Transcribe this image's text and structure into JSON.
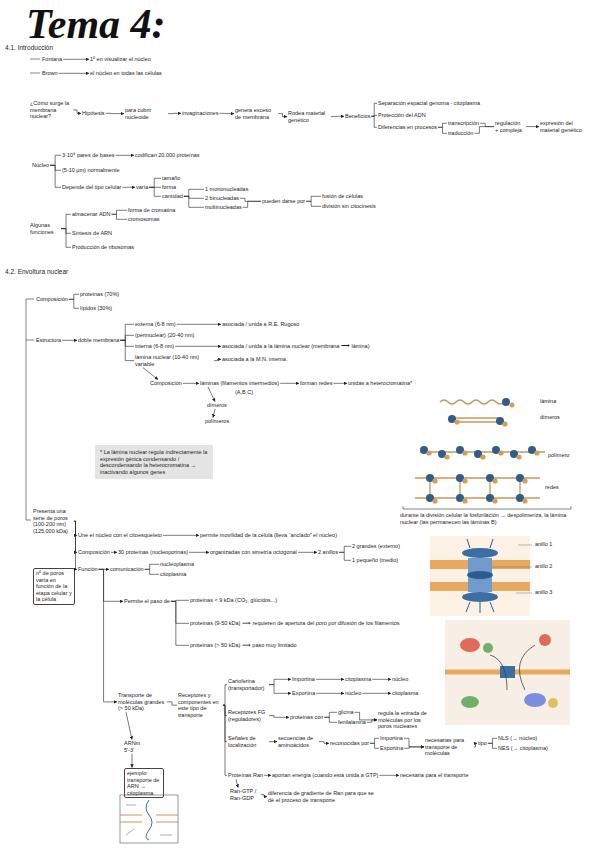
{
  "diagram": {
    "title": "Tema 4:",
    "nodes": [
      {
        "text": [
          "Fontana"
        ]
      },
      {
        "text": [
          "1º en visualizar el núcleo"
        ]
      },
      {
        "text": [
          "Brown"
        ]
      },
      {
        "text": [
          "el núcleo en todas las células"
        ]
      },
      {
        "text": [
          "¿Cómo surge la membrana nuclear?"
        ]
      },
      {
        "text": [
          "Hipótesis"
        ]
      },
      {
        "text": [
          "para cubrir nucleoide"
        ]
      },
      {
        "text": [
          "invaginaciones"
        ]
      },
      {
        "text": [
          "genera exceso de membrana"
        ]
      },
      {
        "text": [
          "Rodea material genético"
        ]
      },
      {
        "text": [
          "Beneficios"
        ]
      },
      {
        "text": [
          "Separación espacial genoma - citoplasma"
        ]
      },
      {
        "text": [
          "Protección del ADN"
        ]
      },
      {
        "text": [
          "Diferencias en procesos"
        ]
      },
      {
        "text": [
          "transcripción"
        ]
      },
      {
        "text": [
          "traducción"
        ]
      },
      {
        "text": [
          "regulación + compleja"
        ]
      },
      {
        "text": [
          "expresión del material genético"
        ]
      },
      {
        "text": [
          "Núcleo"
        ]
      },
      {
        "text": [
          "3·10⁹ pares de bases"
        ]
      },
      {
        "text": [
          "codifican 20.000 proteínas"
        ]
      },
      {
        "text": [
          "(5-10 µm) normalmente"
        ]
      },
      {
        "text": [
          "Depende del tipo celular"
        ]
      },
      {
        "text": [
          "varía"
        ]
      },
      {
        "text": [
          "tamaño"
        ]
      },
      {
        "text": [
          "forma"
        ]
      },
      {
        "text": [
          "cantidad"
        ]
      },
      {
        "text": [
          "1 mononucleadas"
        ]
      },
      {
        "text": [
          "2 binucleadas"
        ]
      },
      {
        "text": [
          "multinucleadas"
        ]
      },
      {
        "text": [
          "pueden darse por"
        ]
      },
      {
        "text": [
          "fusión de células"
        ]
      },
      {
        "text": [
          "división sin citocinesis"
        ]
      },
      {
        "text": [
          "Algunas funciones"
        ]
      },
      {
        "text": [
          "almacenar ADN"
        ]
      },
      {
        "text": [
          "forma de cromatina"
        ]
      },
      {
        "text": [
          "cromosomas"
        ]
      },
      {
        "text": [
          "Síntesis de ARN"
        ]
      },
      {
        "text": [
          "Producción de ribosomas"
        ]
      },
      {
        "text": [
          "Composición"
        ]
      },
      {
        "text": [
          "proteínas (70%)"
        ]
      },
      {
        "text": [
          "lípidos (30%)"
        ]
      },
      {
        "text": [
          "Estructura"
        ]
      },
      {
        "text": [
          "doble membrana"
        ]
      },
      {
        "text": [
          "externa (6-8 nm)"
        ]
      },
      {
        "text": [
          "asociada / unida a R.E. Rugoso"
        ]
      },
      {
        "text": [
          "(perinuclear) (20-40 nm)"
        ]
      },
      {
        "text": [
          "interna (6-8 nm)"
        ]
      },
      {
        "text": [
          "asociada / unida a la lámina nuclear (membrana ⟶ lámina)"
        ]
      },
      {
        "text": [
          "lámina nuclear (10-40 nm) variable"
        ]
      },
      {
        "text": [
          "asociada a la M.N. interna."
        ]
      },
      {
        "text": [
          "Composición"
        ]
      },
      {
        "text": [
          "láminas (filamentos intermedios)"
        ]
      },
      {
        "text": [
          "forman redes"
        ]
      },
      {
        "text": [
          "unidas a heterocromatina*"
        ]
      },
      {
        "text": [
          "dímeros"
        ]
      },
      {
        "text": [
          "polímeros"
        ]
      },
      {
        "text": [
          "* La lámina nuclear regula indirectamente la expresión génica condensando / descondensando la heterocromatina → inactivando algunos genes"
        ]
      },
      {
        "text": [
          "Presenta una serie de poros (100-200 nm) (125.000 kDa)"
        ]
      },
      {
        "text": [
          "nº de poros varía en función de la etapa celular y la célula"
        ]
      },
      {
        "text": [
          "Une el núcleo con el citoesqueleto"
        ]
      },
      {
        "text": [
          "permite movilidad de la célula (lleva “anclado” el núcleo)"
        ]
      },
      {
        "text": [
          "Composición"
        ]
      },
      {
        "text": [
          "30 proteínas (nucleoporinas)"
        ]
      },
      {
        "text": [
          "organizadas con simetría octogonal"
        ]
      },
      {
        "text": [
          "2 anillos"
        ]
      },
      {
        "text": [
          "2 grandes (externo)"
        ]
      },
      {
        "text": [
          "1 pequeño (medio)"
        ]
      },
      {
        "text": [
          "Función"
        ]
      },
      {
        "text": [
          "comunicación"
        ]
      },
      {
        "text": [
          "nucleoplasma"
        ]
      },
      {
        "text": [
          "citoplasma"
        ]
      },
      {
        "text": [
          "Permite el paso de"
        ]
      },
      {
        "text": [
          "proteínas < 9 kDa (CO₂, glúcidos...)"
        ]
      },
      {
        "text": [
          "proteínas (9-50 kDa) ⟿ requieren de apertura del poro por difusión de los filamentos"
        ]
      },
      {
        "text": [
          "proteínas (> 50 kDa) ⟿ paso muy limitado"
        ]
      },
      {
        "text": [
          "Transporte de moléculas grandes (> 50 kDa)"
        ]
      },
      {
        "text": [
          "Receptores y componentes en este tipo de transporte"
        ]
      },
      {
        "text": [
          "Carioferina (transportador)"
        ]
      },
      {
        "text": [
          "Importina"
        ]
      },
      {
        "text": [
          "citoplasma"
        ]
      },
      {
        "text": [
          "núcleo"
        ]
      },
      {
        "text": [
          "Exportina"
        ]
      },
      {
        "text": [
          "núcleo"
        ]
      },
      {
        "text": [
          "citoplasma"
        ]
      },
      {
        "text": [
          "Receptores FG (reguladores)"
        ]
      },
      {
        "text": [
          "proteínas con"
        ]
      },
      {
        "text": [
          "glicina"
        ]
      },
      {
        "text": [
          "fenilalanina"
        ]
      },
      {
        "text": [
          "regula la entrada de moléculas por los poros nucleares"
        ]
      },
      {
        "text": [
          "Señales de localización"
        ]
      },
      {
        "text": [
          "secuencias de aminoácidos"
        ]
      },
      {
        "text": [
          "reconocidas por"
        ]
      },
      {
        "text": [
          "Importina"
        ]
      },
      {
        "text": [
          "Exportina"
        ]
      },
      {
        "text": [
          "necesarias para transporte de moléculas"
        ]
      },
      {
        "text": [
          "tipo"
        ]
      },
      {
        "text": [
          "NLS (→ núcleo)"
        ]
      },
      {
        "text": [
          "NES (→ citoplasma)"
        ]
      },
      {
        "text": [
          "Proteínas Ran"
        ]
      },
      {
        "text": [
          "aportan energía (cuando está unida a GTP)"
        ]
      },
      {
        "text": [
          "necesaria para el transporte"
        ]
      },
      {
        "text": [
          "Ran-GTP / Ran-GDP"
        ]
      },
      {
        "text": [
          "diferencia de gradiente de Ran para que se dé el proceso de transporte"
        ]
      },
      {
        "text": [
          "ARNm 5'-3'"
        ]
      },
      {
        "text": [
          "ejemplo: transporte de ARN → citoplasma"
        ]
      }
    ],
    "edges": [
      {
        "from": 0,
        "to": 1,
        "arrow": "to"
      },
      {
        "from": 2,
        "to": 3,
        "arrow": "to"
      },
      {
        "from": 4,
        "to": 5,
        "arrow": "to"
      },
      {
        "from": 5,
        "to": 6,
        "arrow": "to"
      },
      {
        "from": 6,
        "to": 7,
        "arrow": "to"
      },
      {
        "from": 7,
        "to": 8,
        "arrow": "to"
      },
      {
        "from": 8,
        "to": 9,
        "arrow": "to"
      },
      {
        "from": 9,
        "to": 10,
        "arrow": "to"
      },
      {
        "from": 10,
        "to": 11,
        "arrow": "none"
      },
      {
        "from": 10,
        "to": 12,
        "arrow": "none"
      },
      {
        "from": 10,
        "to": 13,
        "arrow": "none"
      },
      {
        "from": 13,
        "to": 14,
        "arrow": "none"
      },
      {
        "from": 13,
        "to": 15,
        "arrow": "none"
      },
      {
        "from": 14,
        "to": 16,
        "arrow": "none"
      },
      {
        "from": 15,
        "to": 16,
        "arrow": "none"
      },
      {
        "from": 16,
        "to": 17,
        "arrow": "to"
      },
      {
        "from": 18,
        "to": 19,
        "arrow": "none"
      },
      {
        "from": 19,
        "to": 20,
        "arrow": "to"
      },
      {
        "from": 18,
        "to": 21,
        "arrow": "none"
      },
      {
        "from": 18,
        "to": 22,
        "arrow": "none"
      },
      {
        "from": 22,
        "to": 23,
        "arrow": "to"
      },
      {
        "from": 23,
        "to": 24,
        "arrow": "none"
      },
      {
        "from": 23,
        "to": 25,
        "arrow": "none"
      },
      {
        "from": 23,
        "to": 26,
        "arrow": "none"
      },
      {
        "from": 26,
        "to": 27,
        "arrow": "none"
      },
      {
        "from": 26,
        "to": 28,
        "arrow": "none"
      },
      {
        "from": 26,
        "to": 29,
        "arrow": "none"
      },
      {
        "from": 28,
        "to": 30,
        "arrow": "none"
      },
      {
        "from": 29,
        "to": 30,
        "arrow": "none"
      },
      {
        "from": 30,
        "to": 31,
        "arrow": "none"
      },
      {
        "from": 30,
        "to": 32,
        "arrow": "none"
      },
      {
        "from": 33,
        "to": 34,
        "arrow": "none"
      },
      {
        "from": 34,
        "to": 35,
        "arrow": "none"
      },
      {
        "from": 34,
        "to": 36,
        "arrow": "none"
      },
      {
        "from": 33,
        "to": 37,
        "arrow": "none"
      },
      {
        "from": 33,
        "to": 38,
        "arrow": "none"
      },
      {
        "from": 39,
        "to": 40,
        "arrow": "none"
      },
      {
        "from": 39,
        "to": 41,
        "arrow": "none"
      },
      {
        "from": 42,
        "to": 43,
        "arrow": "to"
      },
      {
        "from": 43,
        "to": 44,
        "arrow": "none"
      },
      {
        "from": 43,
        "to": 46,
        "arrow": "none"
      },
      {
        "from": 43,
        "to": 47,
        "arrow": "none"
      },
      {
        "from": 43,
        "to": 49,
        "arrow": "none"
      },
      {
        "from": 44,
        "to": 45,
        "arrow": "to"
      },
      {
        "from": 47,
        "to": 48,
        "arrow": "to"
      },
      {
        "from": 49,
        "to": 50,
        "arrow": "to"
      },
      {
        "from": 49,
        "to": 51,
        "arrow": "to"
      },
      {
        "from": 51,
        "to": 52,
        "arrow": "to"
      },
      {
        "from": 52,
        "to": 53,
        "arrow": "to"
      },
      {
        "from": 53,
        "to": 54,
        "arrow": "to"
      },
      {
        "from": 52,
        "to": 55,
        "arrow": "to"
      },
      {
        "from": 55,
        "to": 56,
        "arrow": "to"
      },
      {
        "from": 58,
        "to": 60,
        "arrow": "to"
      },
      {
        "from": 58,
        "to": 62,
        "arrow": "to"
      },
      {
        "from": 58,
        "to": 68,
        "arrow": "to"
      },
      {
        "from": 60,
        "to": 61,
        "arrow": "to"
      },
      {
        "from": 62,
        "to": 63,
        "arrow": "to"
      },
      {
        "from": 63,
        "to": 64,
        "arrow": "to"
      },
      {
        "from": 64,
        "to": 65,
        "arrow": "to"
      },
      {
        "from": 65,
        "to": 66,
        "arrow": "none"
      },
      {
        "from": 65,
        "to": 67,
        "arrow": "none"
      },
      {
        "from": 68,
        "to": 69,
        "arrow": "to"
      },
      {
        "from": 69,
        "to": 70,
        "arrow": "none"
      },
      {
        "from": 69,
        "to": 71,
        "arrow": "none"
      },
      {
        "from": 68,
        "to": 72,
        "arrow": "to"
      },
      {
        "from": 72,
        "to": 73,
        "arrow": "none"
      },
      {
        "from": 72,
        "to": 74,
        "arrow": "none"
      },
      {
        "from": 72,
        "to": 75,
        "arrow": "none"
      },
      {
        "from": 68,
        "to": 76,
        "arrow": "to"
      },
      {
        "from": 76,
        "to": 77,
        "arrow": "none"
      },
      {
        "from": 77,
        "to": 78,
        "arrow": "none"
      },
      {
        "from": 77,
        "to": 85,
        "arrow": "none"
      },
      {
        "from": 77,
        "to": 90,
        "arrow": "none"
      },
      {
        "from": 77,
        "to": 99,
        "arrow": "none"
      },
      {
        "from": 78,
        "to": 79,
        "arrow": "to"
      },
      {
        "from": 78,
        "to": 82,
        "arrow": "to"
      },
      {
        "from": 79,
        "to": 80,
        "arrow": "to"
      },
      {
        "from": 80,
        "to": 81,
        "arrow": "to"
      },
      {
        "from": 82,
        "to": 83,
        "arrow": "to"
      },
      {
        "from": 83,
        "to": 84,
        "arrow": "to"
      },
      {
        "from": 85,
        "to": 86,
        "arrow": "to"
      },
      {
        "from": 86,
        "to": 87,
        "arrow": "none"
      },
      {
        "from": 86,
        "to": 88,
        "arrow": "none"
      },
      {
        "from": 87,
        "to": 89,
        "arrow": "to"
      },
      {
        "from": 88,
        "to": 89,
        "arrow": "to"
      },
      {
        "from": 90,
        "to": 91,
        "arrow": "to"
      },
      {
        "from": 91,
        "to": 92,
        "arrow": "to"
      },
      {
        "from": 92,
        "to": 93,
        "arrow": "none"
      },
      {
        "from": 92,
        "to": 94,
        "arrow": "none"
      },
      {
        "from": 93,
        "to": 95,
        "arrow": "to"
      },
      {
        "from": 94,
        "to": 95,
        "arrow": "to"
      },
      {
        "from": 95,
        "to": 96,
        "arrow": "to"
      },
      {
        "from": 96,
        "to": 97,
        "arrow": "none"
      },
      {
        "from": 96,
        "to": 98,
        "arrow": "none"
      },
      {
        "from": 99,
        "to": 100,
        "arrow": "to"
      },
      {
        "from": 100,
        "to": 101,
        "arrow": "to"
      },
      {
        "from": 99,
        "to": 102,
        "arrow": "to"
      },
      {
        "from": 102,
        "to": 103,
        "arrow": "to"
      },
      {
        "from": 76,
        "to": 104,
        "arrow": "to"
      },
      {
        "from": 104,
        "to": 105,
        "arrow": "to"
      }
    ],
    "labels": [
      "4.1. Introducción",
      "4.2. Envoltura nuclear",
      "(A,B,C)",
      "lámina",
      "dímeros",
      "polímero",
      "redes",
      "durante la división celular la fosforilación → despolimeriza, la lámina nuclear (las permanecen las láminas B)",
      "anillo 1",
      "anillo 2",
      "anillo 3"
    ]
  }
}
